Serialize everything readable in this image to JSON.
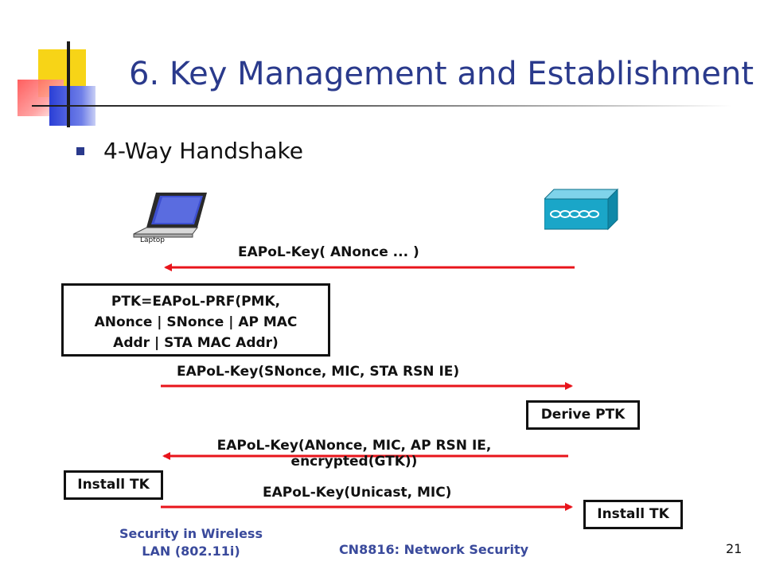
{
  "title": "6. Key Management and Establishment",
  "bullet": "4-Way Handshake",
  "laptop": {
    "label": "Laptop",
    "icon": "laptop-icon"
  },
  "access_point": {
    "icon": "access-point-icon"
  },
  "messages": {
    "m1": "EAPoL-Key( ANonce ... )",
    "m2": "EAPoL-Key(SNonce, MIC, STA RSN IE)",
    "m3_line1": "EAPoL-Key(ANonce, MIC, AP RSN  IE,",
    "m3_line2": "encrypted(GTK))",
    "m4": "EAPoL-Key(Unicast, MIC)"
  },
  "boxes": {
    "ptk_line1": "PTK=EAPoL-PRF(PMK,",
    "ptk_line2": "ANonce  | SNonce  | AP MAC",
    "ptk_line3": "Addr  | STA MAC Addr)",
    "derive_ptk": "Derive PTK",
    "install_tk_left": "Install TK",
    "install_tk_right": "Install TK"
  },
  "footer": {
    "left_line1": "Security in Wireless",
    "left_line2": "LAN (802.11i)",
    "center": "CN8816: Network Security",
    "page_number": "21"
  },
  "colors": {
    "arrow": "#e8141b",
    "title": "#2a3a8c",
    "footer": "#3a4a9c",
    "ap_body": "#1aa6c8"
  }
}
